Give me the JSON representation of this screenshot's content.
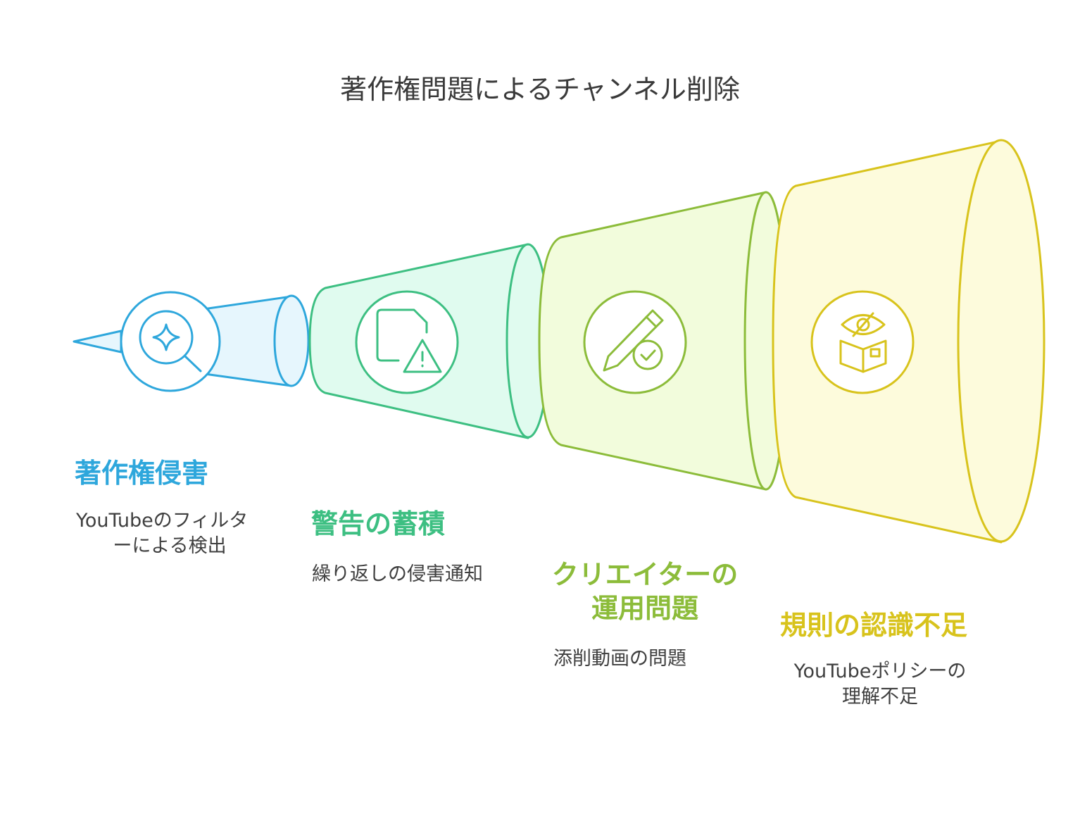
{
  "title": "著作権問題によるチャンネル削除",
  "stages": [
    {
      "heading": "著作権侵害",
      "description_lines": [
        "YouTubeのフィルタ",
        "ーによる検出"
      ],
      "icon": "magnifier-sparkle-icon",
      "color": "#2ea7dc",
      "fill": "#e6f6fd"
    },
    {
      "heading": "警告の蓄積",
      "description_lines": [
        "繰り返しの侵害通知"
      ],
      "icon": "document-warning-icon",
      "color": "#3dbf82",
      "fill": "#e0fbef"
    },
    {
      "heading_lines": [
        "クリエイターの",
        "運用問題"
      ],
      "description_lines": [
        "添削動画の問題"
      ],
      "icon": "pencil-check-icon",
      "color": "#8cbc3a",
      "fill": "#f2fcdc"
    },
    {
      "heading": "規則の認識不足",
      "description_lines": [
        "YouTubeポリシーの",
        "理解不足"
      ],
      "icon": "book-eye-slash-icon",
      "color": "#d8c31c",
      "fill": "#fdfbdc"
    }
  ]
}
